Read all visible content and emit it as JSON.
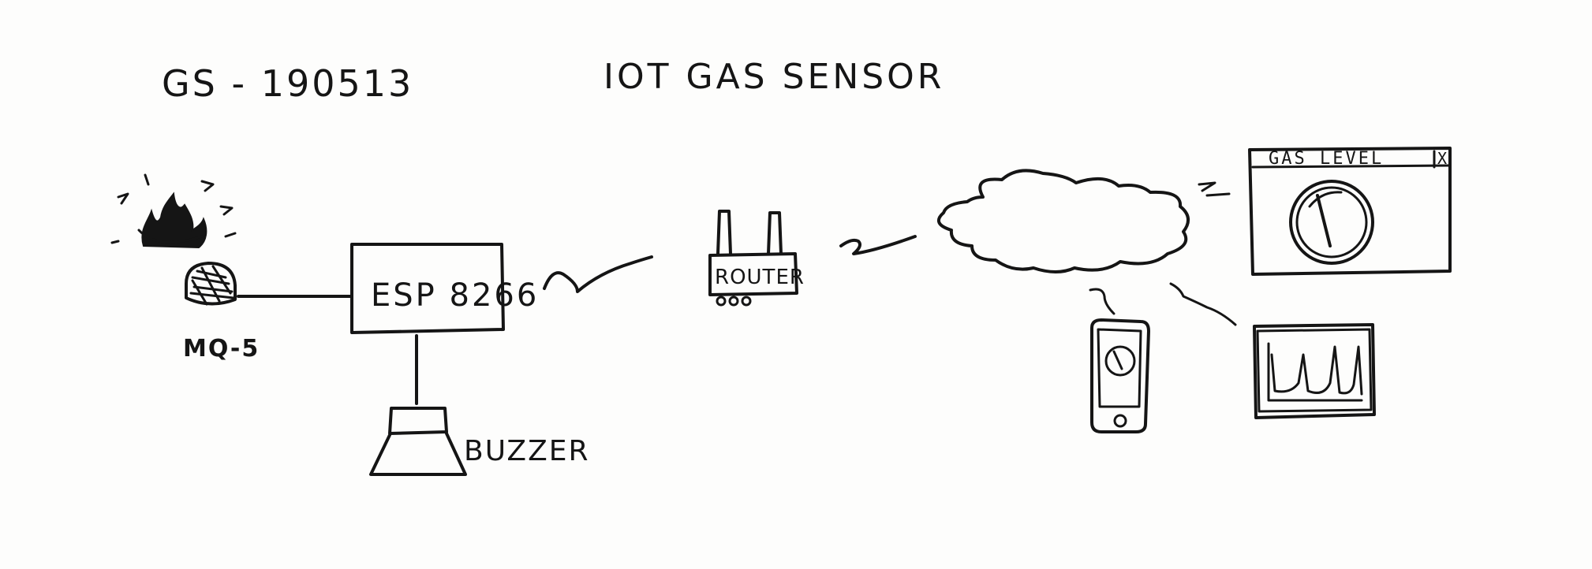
{
  "header": {
    "code": "GS - 190513",
    "title": "IOT GAS SENSOR"
  },
  "sensor": {
    "label": "MQ-5",
    "flame_icon": "fire-icon"
  },
  "controller": {
    "label": "ESP 8266"
  },
  "buzzer": {
    "label": "BUZZER"
  },
  "router": {
    "label": "ROUTER"
  },
  "cloud": {
    "icon": "cloud-icon"
  },
  "dashboard_window": {
    "title": "GAS LEVEL",
    "close_glyph": "X",
    "widget": "gauge-icon"
  },
  "phone": {
    "widget": "gauge-icon"
  },
  "monitor": {
    "widget": "line-chart-icon"
  },
  "colors": {
    "ink": "#151515",
    "paper": "#fdfdfc"
  }
}
